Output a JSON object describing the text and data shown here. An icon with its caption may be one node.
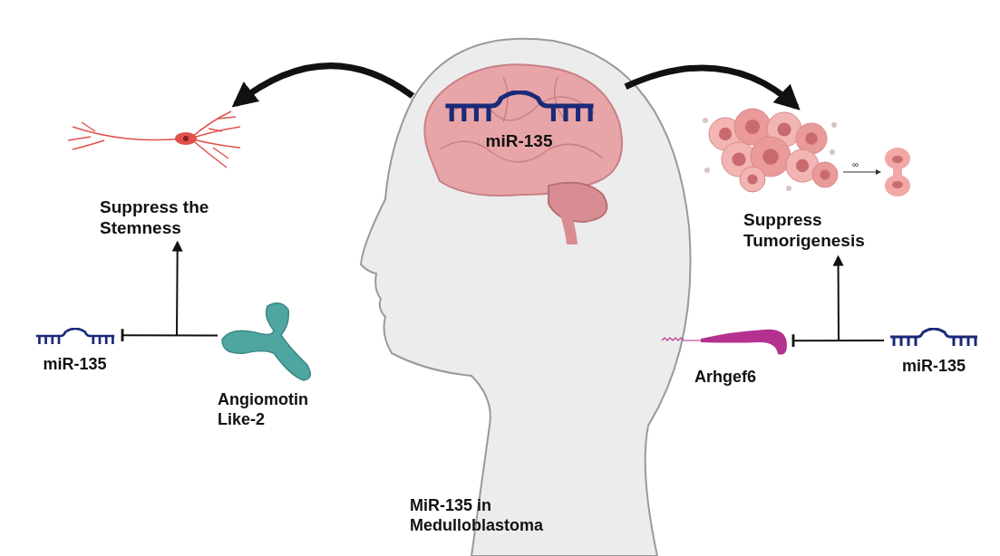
{
  "diagram": {
    "caption": "MiR-135 in Medulloblastoma",
    "nodes": [
      {
        "text": [
          "miR-135"
        ]
      },
      {
        "text": [],
        "shape": "picture"
      },
      {
        "text": [
          "Suppress the Stemness"
        ]
      },
      {
        "text": [
          "miR-135"
        ]
      },
      {
        "text": [
          "Angiomotin Like-2"
        ]
      },
      {
        "text": [],
        "shape": "picture"
      },
      {
        "text": [
          "Suppress Tumorigenesis"
        ]
      },
      {
        "text": [
          "Arhgef6"
        ]
      },
      {
        "text": [
          "miR-135"
        ]
      }
    ],
    "edges": [
      {
        "from": 0,
        "to": 1,
        "arrow": "to",
        "style": "thick"
      },
      {
        "from": 0,
        "to": 5,
        "arrow": "to",
        "style": "thick"
      },
      {
        "from": 4,
        "to": 3,
        "arrow": "other"
      },
      {
        "from": null,
        "to": 2,
        "arrow": "to"
      },
      {
        "from": 8,
        "to": 7,
        "arrow": "other"
      },
      {
        "from": null,
        "to": 6,
        "arrow": "to"
      }
    ],
    "labels": [
      "∞"
    ]
  }
}
